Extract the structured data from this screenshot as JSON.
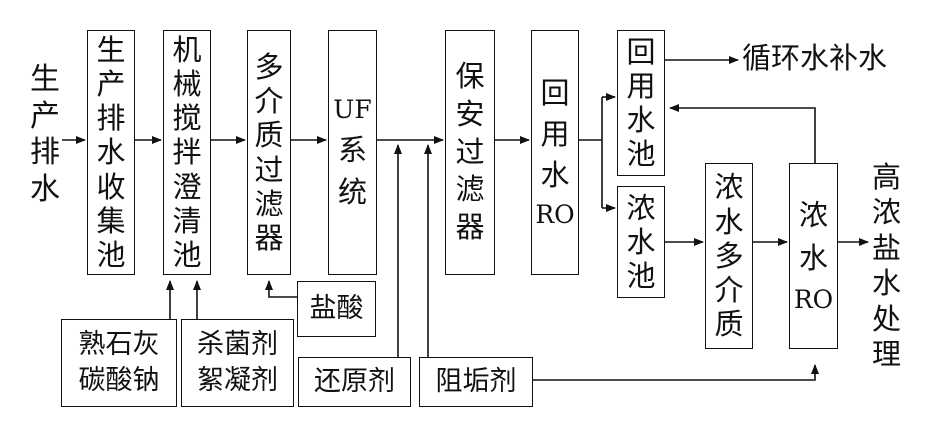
{
  "input_label": "生产排水",
  "nodes": {
    "collection_tank": "生产排水收集池",
    "clarifier": "机械搅拌澄清池",
    "media_filter": "多介质过滤器",
    "uf_system": [
      "UF",
      "系",
      "统"
    ],
    "cartridge_filter": "保安过滤器",
    "reuse_ro": [
      "回",
      "用",
      "水",
      "RO"
    ],
    "reuse_water_tank": "回用水池",
    "concentrate_tank": "浓水池",
    "concentrate_media_filter": "浓水多介质",
    "concentrate_ro": [
      "浓",
      "水",
      "RO"
    ]
  },
  "outputs": {
    "circulating_makeup": "循环水补水",
    "high_salt_treatment": "高浓盐水处理"
  },
  "chemicals": {
    "lime_soda": [
      "熟石灰",
      "碳酸钠"
    ],
    "biocide_coagulant": [
      "杀菌剂",
      "絮凝剂"
    ],
    "hydrochloric_acid": "盐酸",
    "reducing_agent": "还原剂",
    "antiscalant": "阻垢剂"
  }
}
